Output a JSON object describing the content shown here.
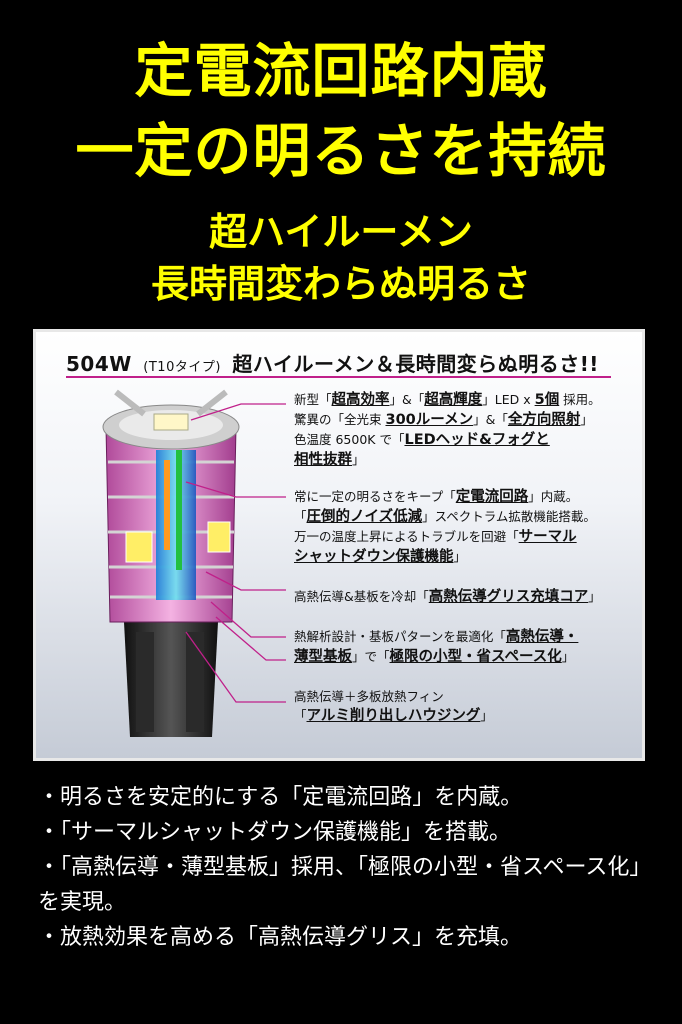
{
  "headline": {
    "line1": "定電流回路内蔵",
    "line2": "一定の明るさを持続"
  },
  "subheadline": {
    "line1": "超ハイルーメン",
    "line2": "長時間変わらぬ明るさ"
  },
  "panel": {
    "title_main": "504W",
    "title_small": "(T10タイプ)",
    "title_rest": "超ハイルーメン＆長時間変らぬ明るさ!!",
    "accent_color": "#c0208a",
    "notes": [
      {
        "lines": [
          [
            "新型「",
            "超高効率",
            "」&「",
            "超高輝度",
            "」LED x ",
            "5個",
            " 採用。"
          ],
          [
            "驚異の「全光束 ",
            "300ルーメン",
            "」&「",
            "全方向照射",
            "」"
          ],
          [
            "色温度 6500K で「",
            "LEDヘッド&フォグと",
            ""
          ],
          [
            "",
            "相性抜群",
            "」"
          ]
        ]
      },
      {
        "lines": [
          [
            "常に一定の明るさをキープ「",
            "定電流回路",
            "」内蔵。"
          ],
          [
            "「",
            "圧倒的ノイズ低減",
            "」スペクトラム拡散機能搭載。"
          ],
          [
            "万一の温度上昇によるトラブルを回避「",
            "サーマル",
            ""
          ],
          [
            "",
            "シャットダウン保護機能",
            "」"
          ]
        ]
      },
      {
        "lines": [
          [
            "高熱伝導&基板を冷却「",
            "高熱伝導グリス充填コア",
            "」"
          ]
        ]
      },
      {
        "lines": [
          [
            "熱解析設計・基板パターンを最適化「",
            "高熱伝導・",
            ""
          ],
          [
            "",
            "薄型基板",
            "」で「",
            "極限の小型・省スペース化",
            "」"
          ]
        ]
      },
      {
        "lines": [
          [
            "高熱伝導＋多板放熱フィン",
            ""
          ],
          [
            "「",
            "アルミ削り出しハウジング",
            "」"
          ]
        ]
      }
    ]
  },
  "bullets": [
    "・明るさを安定的にする「定電流回路」を内蔵。",
    "・「サーマルシャットダウン保護機能」を搭載。",
    "・「高熱伝導・薄型基板」採用、「極限の小型・省スペース化」",
    "を実現。",
    "・放熱効果を高める「高熱伝導グリス」を充填。"
  ],
  "colors": {
    "background": "#000000",
    "headline": "#ffff00",
    "bullet_text": "#ffffff"
  }
}
